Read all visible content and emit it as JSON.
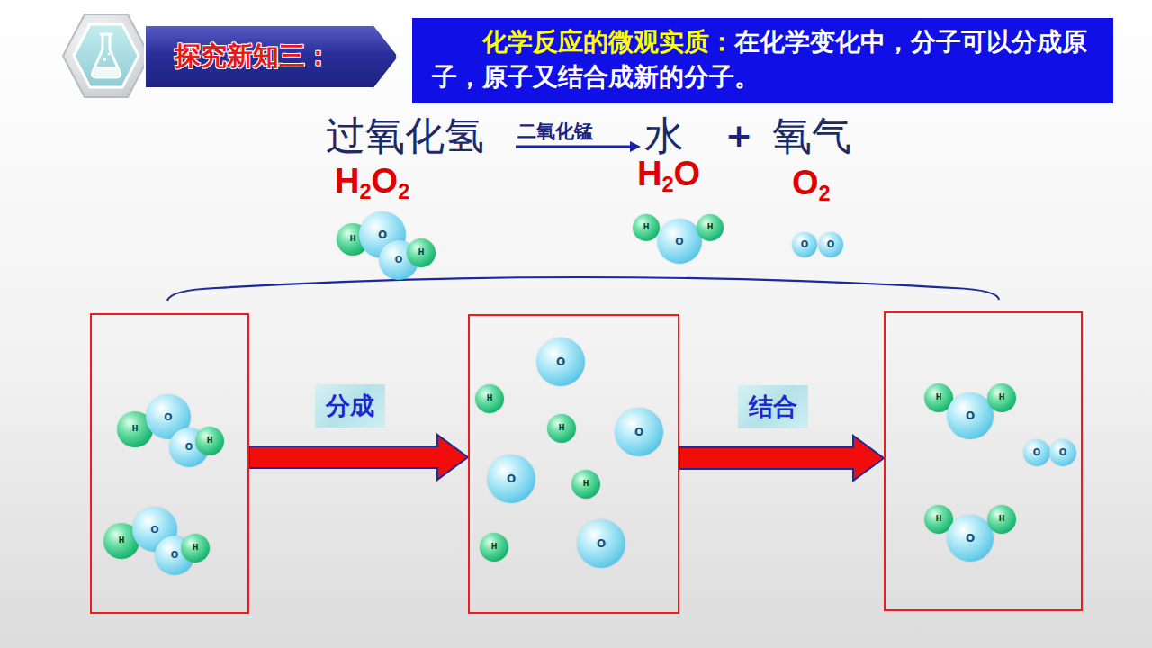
{
  "diagram": {
    "nodes": [
      {
        "text": [
          "探究新知三："
        ]
      },
      {
        "text": [
          "化学反应的微观实质：",
          "在化学变化中，分子可以分成原子，原子又结合成新的分子。"
        ]
      },
      {
        "text": [
          "H"
        ]
      },
      {
        "text": [
          "O"
        ]
      },
      {
        "text": [
          "O"
        ]
      },
      {
        "text": [
          "H"
        ]
      },
      {
        "text": [
          "H"
        ]
      },
      {
        "text": [
          "O"
        ]
      },
      {
        "text": [
          "H"
        ]
      },
      {
        "text": [
          "O"
        ]
      },
      {
        "text": [
          "O"
        ]
      },
      {
        "text": []
      },
      {
        "text": [
          "H"
        ],
        "in": 11
      },
      {
        "text": [
          "O"
        ],
        "in": 11
      },
      {
        "text": [
          "O"
        ],
        "in": 11
      },
      {
        "text": [
          "H"
        ],
        "in": 11
      },
      {
        "text": [
          "H"
        ],
        "in": 11
      },
      {
        "text": [
          "O"
        ],
        "in": 11
      },
      {
        "text": [
          "O"
        ],
        "in": 11
      },
      {
        "text": [
          "H"
        ],
        "in": 11
      },
      {
        "text": []
      },
      {
        "text": [
          "O"
        ],
        "in": 20
      },
      {
        "text": [
          "H"
        ],
        "in": 20
      },
      {
        "text": [
          "H"
        ],
        "in": 20
      },
      {
        "text": [
          "O"
        ],
        "in": 20
      },
      {
        "text": [
          "O"
        ],
        "in": 20
      },
      {
        "text": [
          "H"
        ],
        "in": 20
      },
      {
        "text": [
          "H"
        ],
        "in": 20
      },
      {
        "text": [
          "O"
        ],
        "in": 20
      },
      {
        "text": []
      },
      {
        "text": [
          "H"
        ],
        "in": 29
      },
      {
        "text": [
          "O"
        ],
        "in": 29
      },
      {
        "text": [
          "H"
        ],
        "in": 29
      },
      {
        "text": [
          "O"
        ],
        "in": 29
      },
      {
        "text": [
          "O"
        ],
        "in": 29
      },
      {
        "text": [
          "H"
        ],
        "in": 29
      },
      {
        "text": [
          "O"
        ],
        "in": 29
      },
      {
        "text": [
          "H"
        ],
        "in": 29
      }
    ],
    "edges": [
      {
        "from": 11,
        "to": 20,
        "label": "分成",
        "arrow": "to"
      },
      {
        "from": 20,
        "to": 29,
        "label": "结合",
        "arrow": "to"
      }
    ],
    "labels": [
      "过氧化氢",
      "二氧化锰",
      "水",
      "+",
      "氧气",
      "H2O2",
      "H2O",
      "O2"
    ]
  }
}
